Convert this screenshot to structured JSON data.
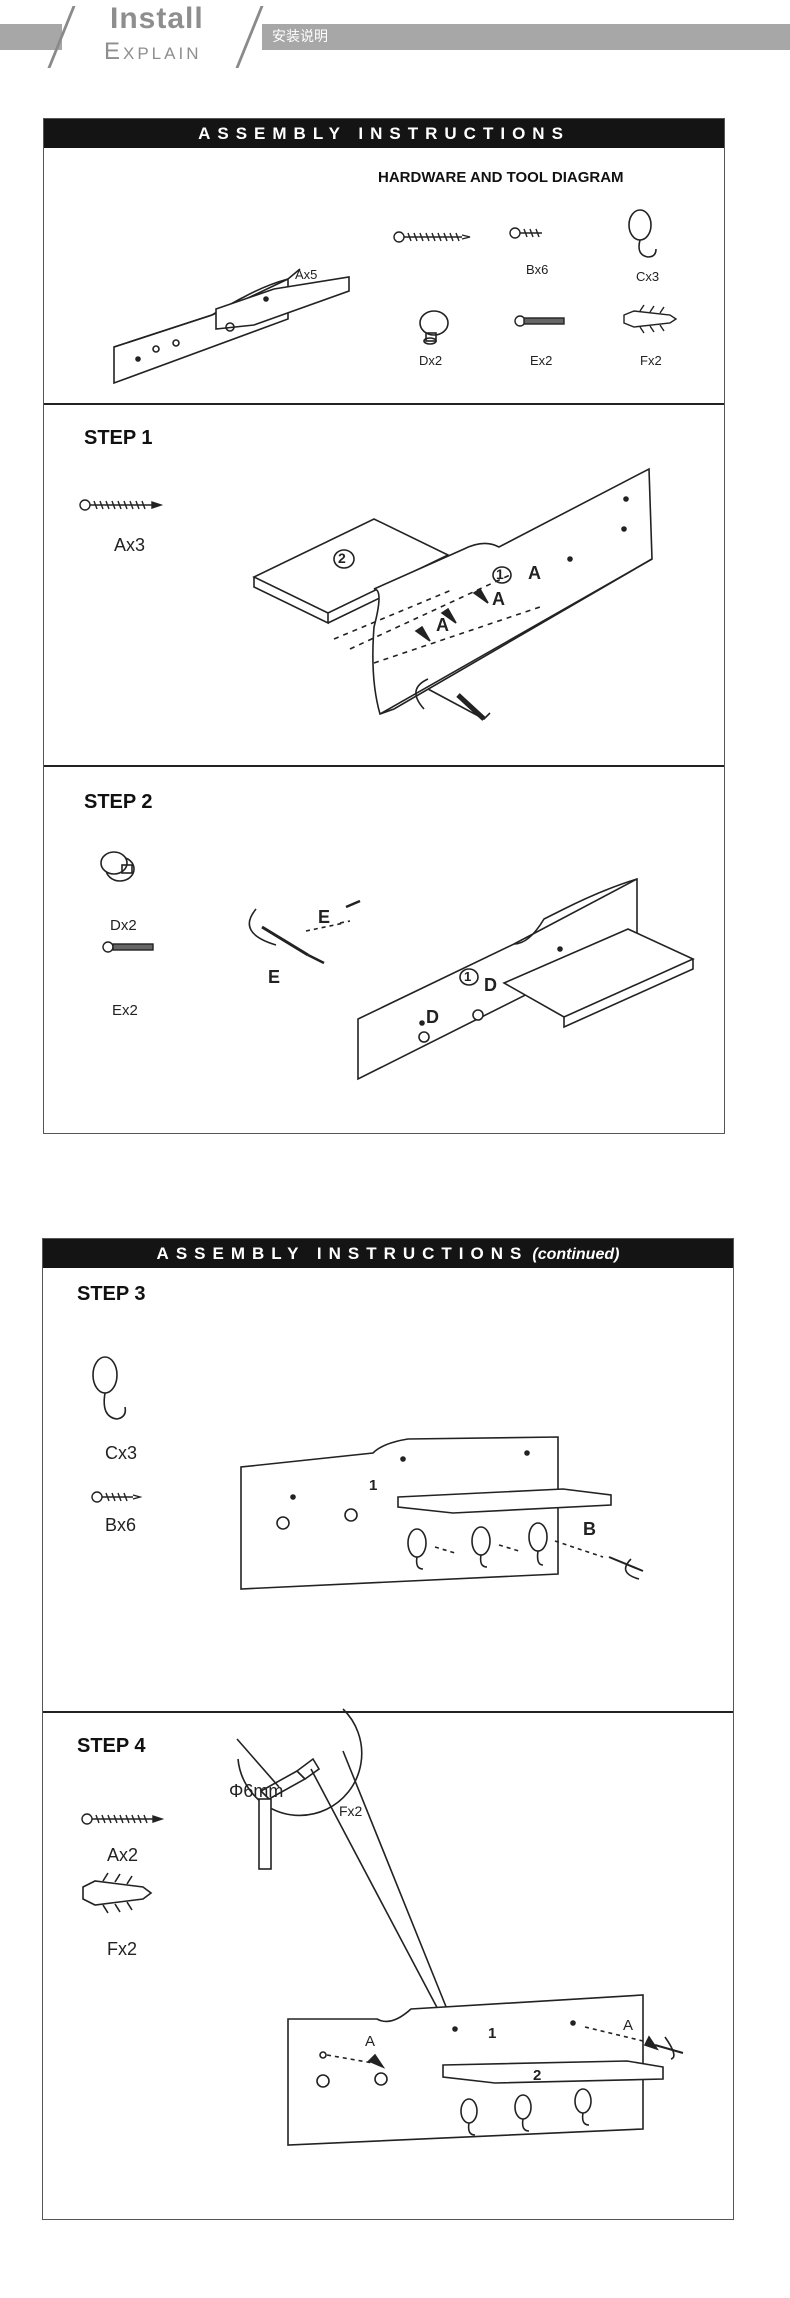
{
  "header": {
    "title": "Install",
    "subtitle": "Explain",
    "subtitle_cn": "安装说明"
  },
  "panel1": {
    "title": "ASSEMBLY INSTRUCTIONS",
    "hardware_title": "HARDWARE AND TOOL DIAGRAM",
    "hardware": [
      {
        "icon": "screw-icon",
        "label": "Ax5"
      },
      {
        "icon": "short-screw-icon",
        "label": "Bx6"
      },
      {
        "icon": "hook-icon",
        "label": "Cx3"
      },
      {
        "icon": "knob-icon",
        "label": "Dx2"
      },
      {
        "icon": "bolt-icon",
        "label": "Ex2"
      },
      {
        "icon": "wall-anchor-icon",
        "label": "Fx2"
      }
    ],
    "step1": {
      "title": "STEP 1",
      "part_label": "Ax3",
      "callouts": [
        "A",
        "A",
        "A"
      ],
      "part_numbers": [
        "1",
        "2"
      ]
    },
    "step2": {
      "title": "STEP 2",
      "parts": [
        "Dx2",
        "Ex2"
      ],
      "callouts": [
        "E",
        "E",
        "D",
        "D"
      ],
      "part_number": "1"
    }
  },
  "panel2": {
    "title": "ASSEMBLY INSTRUCTIONS",
    "title_suffix": "(continued)",
    "step3": {
      "title": "STEP 3",
      "parts": [
        "Cx3",
        "Bx6"
      ],
      "callout": "B",
      "part_number": "1"
    },
    "step4": {
      "title": "STEP 4",
      "parts": [
        "Ax2",
        "Fx2"
      ],
      "drill_label": "Φ6mm",
      "zoom_label": "Fx2",
      "callouts": [
        "A",
        "A"
      ],
      "part_numbers": [
        "1",
        "2"
      ]
    }
  }
}
